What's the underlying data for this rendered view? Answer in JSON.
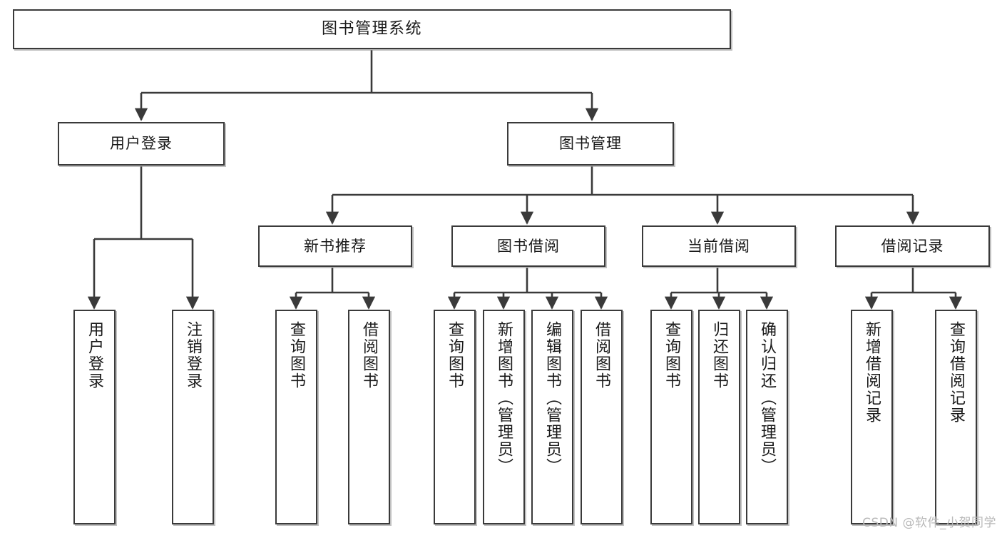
{
  "diagram": {
    "title": "图书管理系统",
    "type": "tree",
    "watermark": "CSDN @软件_小贺同学",
    "colors": {
      "node_border": "#3a3a3a",
      "node_fill": "#ffffff",
      "edge": "#3a3a3a",
      "text": "#1a1a1a",
      "watermark": "#b9b9b9"
    },
    "nodes": {
      "root": {
        "label": "图书管理系统"
      },
      "level2": [
        {
          "label": "用户登录"
        },
        {
          "label": "图书管理"
        }
      ],
      "level3": [
        {
          "label": "新书推荐"
        },
        {
          "label": "图书借阅"
        },
        {
          "label": "当前借阅"
        },
        {
          "label": "借阅记录"
        }
      ],
      "leaves": {
        "user_login": [
          {
            "label": "用户登录"
          },
          {
            "label": "注销登录"
          }
        ],
        "new_book_recommend": [
          {
            "label": "查询图书"
          },
          {
            "label": "借阅图书"
          }
        ],
        "book_borrow": [
          {
            "label": "查询图书"
          },
          {
            "label": "新增图书（管理员）"
          },
          {
            "label": "编辑图书（管理员）"
          },
          {
            "label": "借阅图书"
          }
        ],
        "current_borrow": [
          {
            "label": "查询图书"
          },
          {
            "label": "归还图书"
          },
          {
            "label": "确认归还（管理员）"
          }
        ],
        "borrow_record": [
          {
            "label": "新增借阅记录"
          },
          {
            "label": "查询借阅记录"
          }
        ]
      }
    }
  }
}
